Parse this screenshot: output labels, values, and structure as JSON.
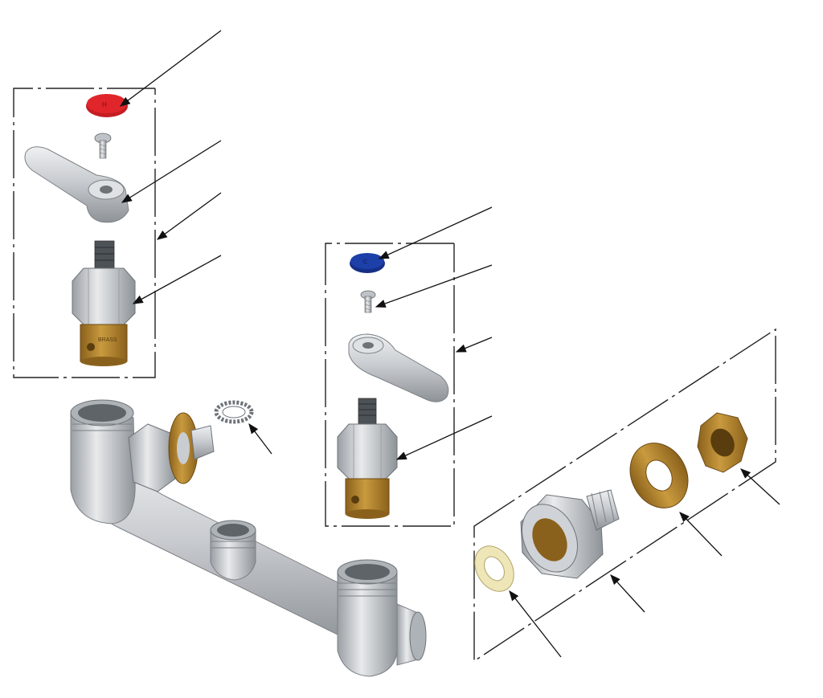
{
  "diagram": {
    "kind": "exploded-parts-view",
    "background_color": "#ffffff",
    "line_color": "#111111",
    "colors": {
      "hot_index_button": "#e0262b",
      "cold_index_button": "#1c3fa8",
      "chrome": "#c9ccd0",
      "chrome_dark": "#8e9398",
      "brass": "#b8862e",
      "brass_dark": "#8a611c",
      "fiber_washer": "#efe6b8"
    },
    "cartridge_stamp": "BRASS",
    "parts": [
      {
        "id": "hot-index-button",
        "icon": "red-disc"
      },
      {
        "id": "hot-handle-screw",
        "icon": "screw"
      },
      {
        "id": "hot-lever-handle",
        "icon": "lever"
      },
      {
        "id": "hot-cartridge",
        "icon": "cartridge"
      },
      {
        "id": "cold-index-button",
        "icon": "blue-disc"
      },
      {
        "id": "cold-handle-screw",
        "icon": "screw"
      },
      {
        "id": "cold-lever-handle",
        "icon": "lever"
      },
      {
        "id": "cold-cartridge",
        "icon": "cartridge"
      },
      {
        "id": "lock-washer",
        "icon": "toothed-washer"
      },
      {
        "id": "spout-body",
        "icon": "manifold"
      },
      {
        "id": "supply-fiber-washer",
        "icon": "flat-washer"
      },
      {
        "id": "supply-coupling-nut",
        "icon": "coupling-nut"
      },
      {
        "id": "supply-brass-washer",
        "icon": "flat-washer"
      },
      {
        "id": "supply-lock-nut",
        "icon": "hex-nut"
      }
    ]
  }
}
